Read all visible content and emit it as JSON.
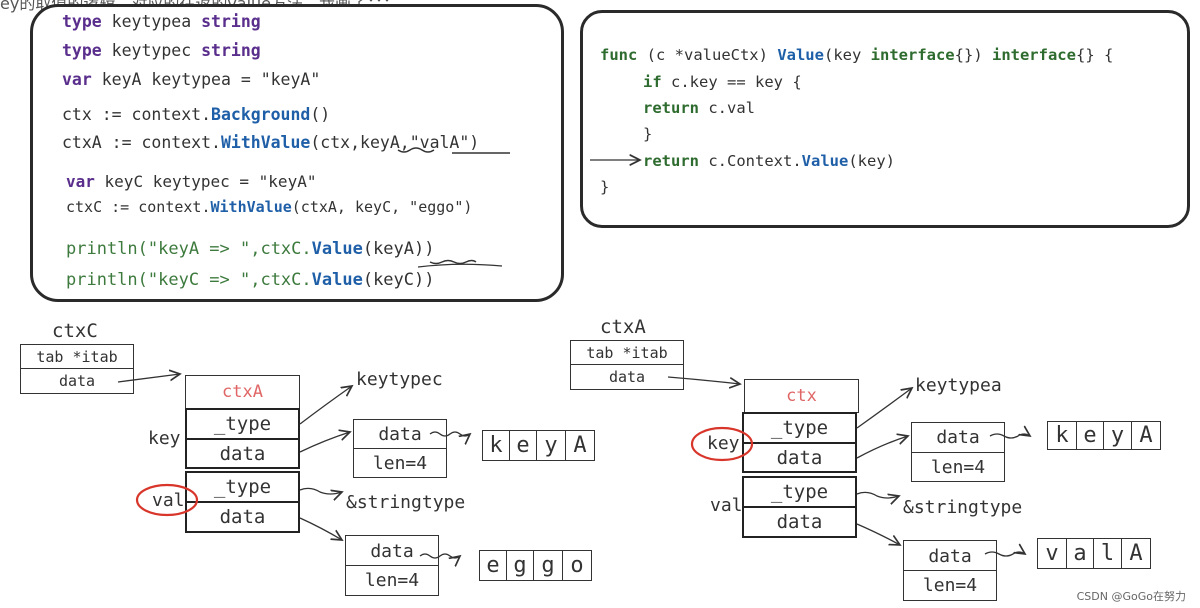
{
  "header_fragment": "ey的取值的逻辑，对应的往返的value方法。我画了：：：",
  "left_code": {
    "l1": [
      "type",
      " keytypea ",
      "string"
    ],
    "l2": [
      "type",
      " keytypec ",
      "string"
    ],
    "l3": [
      "var",
      " keyA keytypea = \"keyA\""
    ],
    "l4": [
      "ctx := context.",
      "Background",
      "()"
    ],
    "l5": [
      "ctxA := context.",
      "WithValue",
      "(ctx,keyA,\"valA\")"
    ],
    "l6": [
      "var",
      " keyC keytypec = \"keyA\""
    ],
    "l7": [
      "ctxC := context.",
      "WithValue",
      "(ctxA, keyC, \"eggo\")"
    ],
    "l8": [
      "println(\"keyA => \",ctxC.",
      "Value",
      "(keyA))"
    ],
    "l9": [
      "println(\"keyC => \",ctxC.",
      "Value",
      "(keyC))"
    ]
  },
  "right_code": {
    "l1": [
      "func",
      " (c *valueCtx) ",
      "Value",
      "(key ",
      "interface",
      "{}) ",
      "interface",
      "{} {"
    ],
    "l2": [
      "if",
      " c.key == key {"
    ],
    "l3": [
      "return",
      " c.val"
    ],
    "l4": "}",
    "l5": [
      "return",
      " c.Context.",
      "Value",
      "(key)"
    ],
    "l6": "}"
  },
  "left_diagram": {
    "title": "ctxC",
    "iface_tab": "tab *itab",
    "iface_data": "data",
    "ctx_name": "ctxA",
    "key_label": "key",
    "val_label": "val",
    "key_type": "_type",
    "key_data": "data",
    "val_type": "_type",
    "val_data": "data",
    "key_type_target": "keytypec",
    "key_str_data": "data",
    "key_str_len": "len=4",
    "key_letters": [
      "k",
      "e",
      "y",
      "A"
    ],
    "val_type_target": "&stringtype",
    "val_str_data": "data",
    "val_str_len": "len=4",
    "val_letters": [
      "e",
      "g",
      "g",
      "o"
    ]
  },
  "right_diagram": {
    "title": "ctxA",
    "iface_tab": "tab *itab",
    "iface_data": "data",
    "ctx_name": "ctx",
    "key_label": "key",
    "val_label": "val",
    "key_type": "_type",
    "key_data": "data",
    "val_type": "_type",
    "val_data": "data",
    "key_type_target": "keytypea",
    "key_str_data": "data",
    "key_str_len": "len=4",
    "key_letters": [
      "k",
      "e",
      "y",
      "A"
    ],
    "val_type_target": "&stringtype",
    "val_str_data": "data",
    "val_str_len": "len=4",
    "val_letters": [
      "v",
      "a",
      "l",
      "A"
    ]
  },
  "watermark": "CSDN @GoGo在努力",
  "colors": {
    "ctx_name": "#e06666",
    "circle": "#d9362b",
    "keyword": "#5a2e8c",
    "method": "#1f5fa8"
  }
}
